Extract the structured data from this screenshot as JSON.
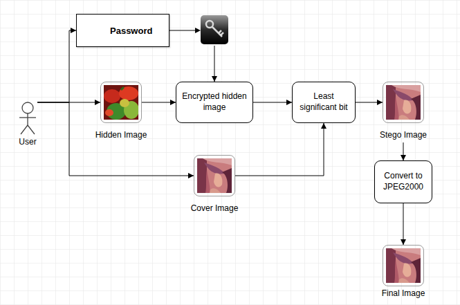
{
  "diagram": {
    "nodes": [
      {
        "text": [
          "Password"
        ]
      },
      {
        "text": [
          "User"
        ]
      },
      {
        "text": [
          "Hidden Image"
        ]
      },
      {
        "text": [
          "Encrypted hidden image"
        ]
      },
      {
        "text": [
          "Least significant bit"
        ]
      },
      {
        "text": [
          "Stego Image"
        ]
      },
      {
        "text": [
          "Cover Image"
        ]
      },
      {
        "text": [
          "Convert to JPEG2000"
        ]
      },
      {
        "text": [
          "Final Image"
        ]
      }
    ],
    "edges": [
      {
        "from": 1,
        "to": 0,
        "arrow": "to"
      },
      {
        "from": 1,
        "to": 2,
        "arrow": "to"
      },
      {
        "from": 1,
        "to": 6,
        "arrow": "to"
      },
      {
        "from": 0,
        "to": 3,
        "arrow": "to"
      },
      {
        "from": 2,
        "to": 3,
        "arrow": "to"
      },
      {
        "from": 3,
        "to": 4,
        "arrow": "to"
      },
      {
        "from": 6,
        "to": 4,
        "arrow": "to"
      },
      {
        "from": 4,
        "to": 5,
        "arrow": "to"
      },
      {
        "from": 5,
        "to": 7,
        "arrow": "to"
      },
      {
        "from": 7,
        "to": 8,
        "arrow": "to"
      }
    ]
  }
}
